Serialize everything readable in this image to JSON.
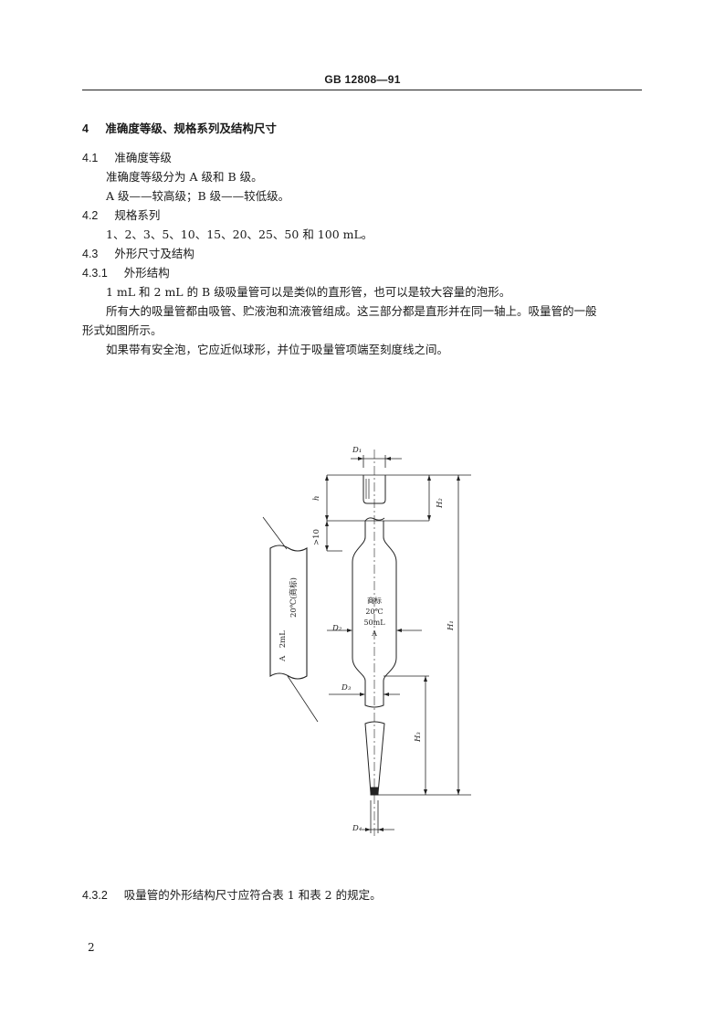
{
  "header": {
    "standard_no": "GB 12808—91"
  },
  "sections": {
    "s4": {
      "num": "4",
      "title": "准确度等级、规格系列及结构尺寸"
    },
    "s4_1": {
      "num": "4.1",
      "title": "准确度等级",
      "p1": "准确度等级分为 A 级和 B 级。",
      "p2": "A 级——较高级；B 级——较低级。"
    },
    "s4_2": {
      "num": "4.2",
      "title": "规格系列",
      "p1": "1、2、3、5、10、15、20、25、50 和 100 mL。"
    },
    "s4_3": {
      "num": "4.3",
      "title": "外形尺寸及结构"
    },
    "s4_3_1": {
      "num": "4.3.1",
      "title": "外形结构",
      "p1": "1 mL 和 2 mL 的 B 级吸量管可以是类似的直形管，也可以是较大容量的泡形。",
      "p2a": "所有大的吸量管都由吸管、贮液泡和流液管组成。这三部分都是直形并在同一轴上。吸量管的一般",
      "p2b": "形式如图所示。",
      "p3": "如果带有安全泡，它应近似球形，并位于吸量管项端至刻度线之间。"
    },
    "s4_3_2": {
      "num": "4.3.2",
      "text": "吸量管的外形结构尺寸应符合表 1 和表 2 的规定。"
    }
  },
  "figure": {
    "labels": {
      "d1": "D₁",
      "d2": "D₂",
      "d3": "D₃",
      "d4": "D₄",
      "h": "h",
      "gt10": ">10",
      "h1": "H₁",
      "h2": "H₂",
      "h3": "H₃"
    },
    "bulb_text": {
      "mark": "商标",
      "temp": "20℃",
      "volume": "50mL",
      "grade": "A"
    },
    "side_text": {
      "grade_vol": "A　2mL",
      "temp_mark": "20℃(商标)"
    }
  },
  "footer": {
    "page_number": "2"
  }
}
